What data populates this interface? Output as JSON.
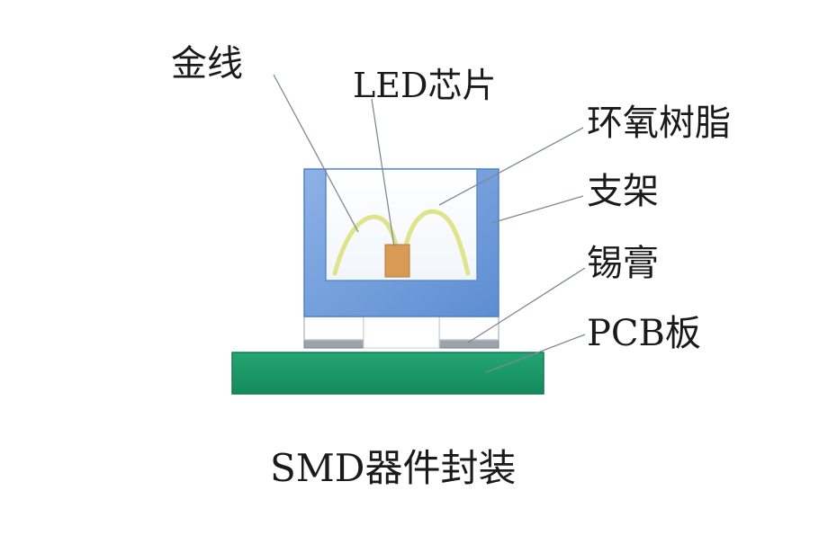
{
  "labels": {
    "gold_wire": "金线",
    "led_chip": "LED芯片",
    "epoxy": "环氧树脂",
    "bracket": "支架",
    "solder_paste": "锡膏",
    "pcb": "PCB板"
  },
  "caption": "SMD器件封装",
  "colors": {
    "bracket": "#6f9cd9",
    "bracket_edge": "#4f82c9",
    "cavity": "#ffffff",
    "gold_wire": "#dfe48a",
    "chip": "#d99a55",
    "pcb": "#1e9a6b",
    "solder": "#9da3ab",
    "leader": "#7f8a96"
  }
}
